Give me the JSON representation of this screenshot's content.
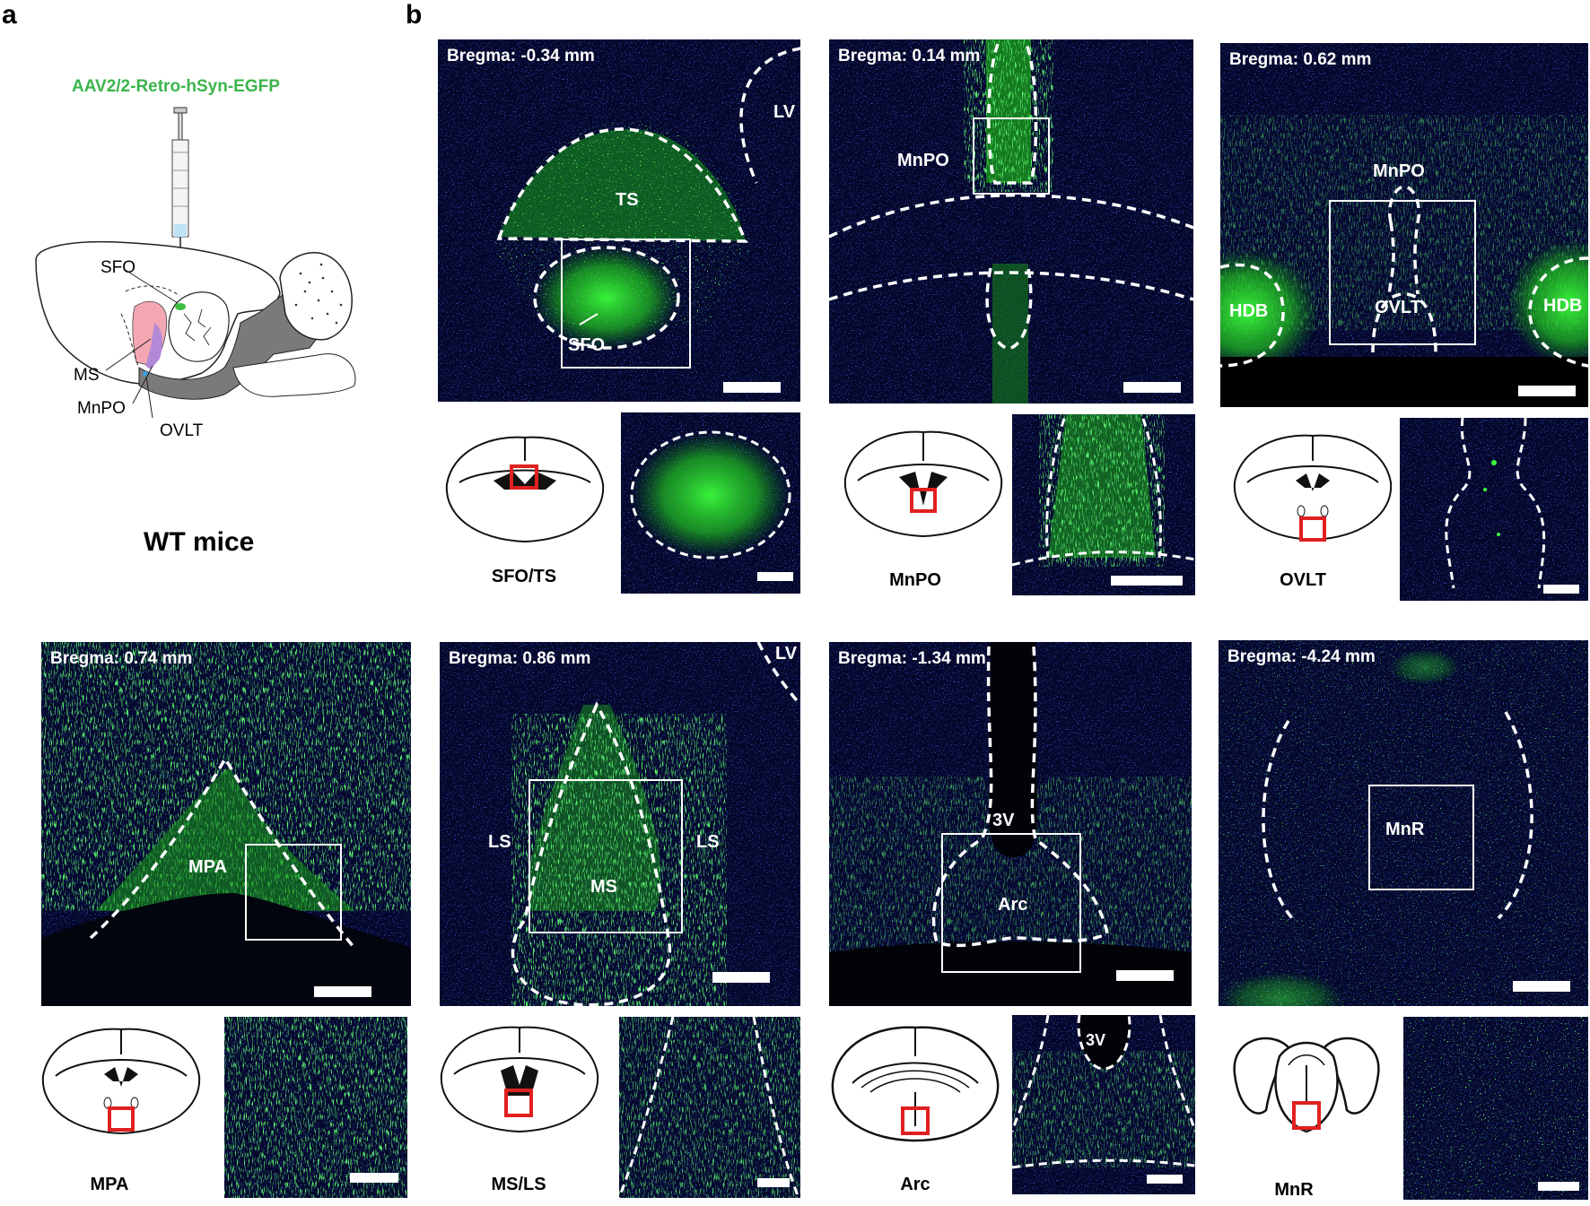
{
  "panel_a": {
    "letter": "a",
    "virus": "AAV2/2-Retro-hSyn-EGFP",
    "labels": {
      "sfo": "SFO",
      "ms": "MS",
      "mnpo": "MnPO",
      "ovlt": "OVLT"
    },
    "mouse": "WT mice"
  },
  "panel_b": {
    "letter": "b",
    "images": [
      {
        "bregma": "Bregma: -0.34 mm",
        "regions": [
          "LV",
          "TS",
          "SFO"
        ],
        "caption": "SFO/TS"
      },
      {
        "bregma": "Bregma: 0.14 mm",
        "regions": [
          "MnPO"
        ],
        "caption": "MnPO"
      },
      {
        "bregma": "Bregma: 0.62 mm",
        "regions": [
          "MnPO",
          "HDB",
          "OVLT",
          "HDB"
        ],
        "caption": "OVLT"
      },
      {
        "bregma": "Bregma: 0.74 mm",
        "regions": [
          "MPA"
        ],
        "caption": "MPA"
      },
      {
        "bregma": "Bregma: 0.86 mm",
        "regions": [
          "LV",
          "LS",
          "MS",
          "LS"
        ],
        "caption": "MS/LS"
      },
      {
        "bregma": "Bregma: -1.34 mm",
        "regions": [
          "3V",
          "Arc"
        ],
        "caption": "Arc",
        "inset_region": "3V"
      },
      {
        "bregma": "Bregma: -4.24 mm",
        "regions": [
          "MnR"
        ],
        "caption": "MnR"
      }
    ]
  },
  "colors": {
    "fluorescence": "#2bd62b",
    "background": "#04072a",
    "roi": "#e02020",
    "virus_label": "#3bb54a"
  }
}
